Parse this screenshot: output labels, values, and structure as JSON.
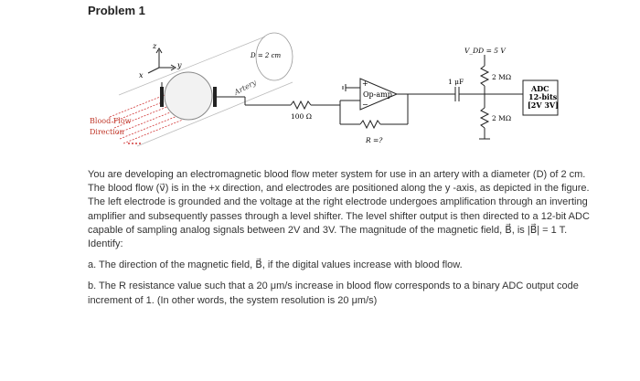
{
  "title": "Problem 1",
  "figure": {
    "axes": {
      "z": "z",
      "y": "y",
      "x": "x"
    },
    "diameter": "D = 2 cm",
    "artery": "Artery",
    "blood_flow": "Blood Flow",
    "direction": "Direction",
    "resistor_100": "100 Ω",
    "opamp": "Op-amp",
    "plus": "+",
    "minus": "−",
    "r_unknown": "R =?",
    "vdd": "V_DD = 5 V",
    "cap": "1 μF",
    "r_top": "2 MΩ",
    "r_bottom": "2 MΩ",
    "adc_line1": "ADC",
    "adc_line2": "12-bits",
    "adc_line3": "[2V 3V]"
  },
  "paragraph": "You are developing an electromagnetic blood flow meter system for use in an artery with a diameter (D) of 2 cm. The blood flow (v⃗) is in the +x direction, and electrodes are positioned along the y -axis, as depicted in the figure. The left electrode is grounded and the voltage at the right electrode undergoes amplification through an inverting amplifier and subsequently passes through a level shifter. The level shifter output is then directed to a 12-bit ADC capable of sampling analog signals between 2V and 3V. The magnitude of the magnetic field, B⃗, is |B⃗| = 1 T. Identify:",
  "question_a": "a. The direction of the magnetic field, B⃗, if the digital values increase with blood flow.",
  "question_b": "b. The R resistance value such that a 20 μm/s increase in blood flow corresponds to a binary ADC output code increment of 1. (In other words, the system resolution is 20 μm/s)"
}
